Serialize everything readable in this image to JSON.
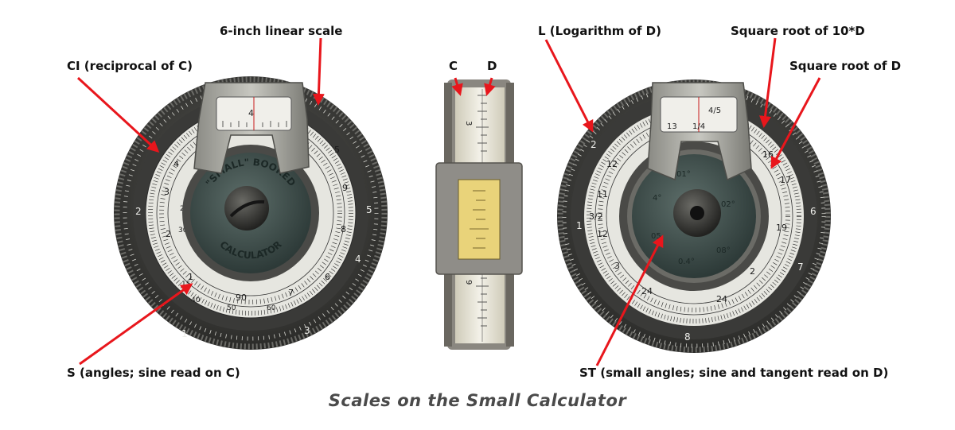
{
  "annotations": {
    "linear_scale": "6-inch linear scale",
    "ci_scale": "CI (reciprocal of C)",
    "s_scale": "S (angles; sine read on C)",
    "c_scale": "C",
    "d_scale": "D",
    "l_scale": "L (Logarithm of D)",
    "sqrt_10d": "Square root of 10*D",
    "sqrt_d": "Square root of D",
    "st_scale": "ST (small angles; sine and tangent read on D)"
  },
  "caption": "Scales on the Small Calculator",
  "device": {
    "left_hub_text_top": "\"SMALL\" BOOKED",
    "left_hub_text_bottom": "CALCULATOR"
  },
  "colors": {
    "arrow": "#e8161c",
    "dial_metal": "#3a3a3a",
    "dial_face": "#e6e6e0",
    "window": "#e9d37a",
    "caption": "#4a4a4a"
  }
}
